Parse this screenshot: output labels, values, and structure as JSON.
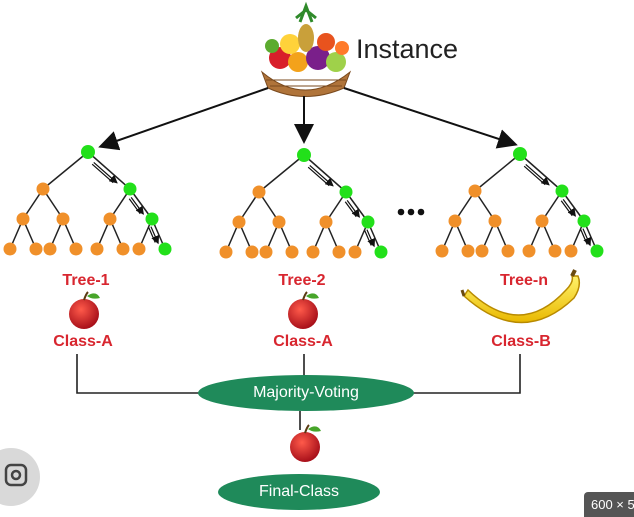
{
  "title": "Instance",
  "ellipsis": "...",
  "trees": [
    {
      "name": "Tree-1",
      "class_label": "Class-A",
      "fruit": "apple-icon"
    },
    {
      "name": "Tree-2",
      "class_label": "Class-A",
      "fruit": "apple-icon"
    },
    {
      "name": "Tree-n",
      "class_label": "Class-B",
      "fruit": "banana-icon"
    }
  ],
  "majority_voting": "Majority-Voting",
  "final_class": "Final-Class",
  "final_fruit": "apple-icon",
  "dimension_badge": "600 × 5",
  "colors": {
    "node_orange": "#f0902a",
    "node_green": "#22e01a",
    "label_red": "#d8262f",
    "oval_green": "#1f8a5a",
    "line": "#222222"
  }
}
